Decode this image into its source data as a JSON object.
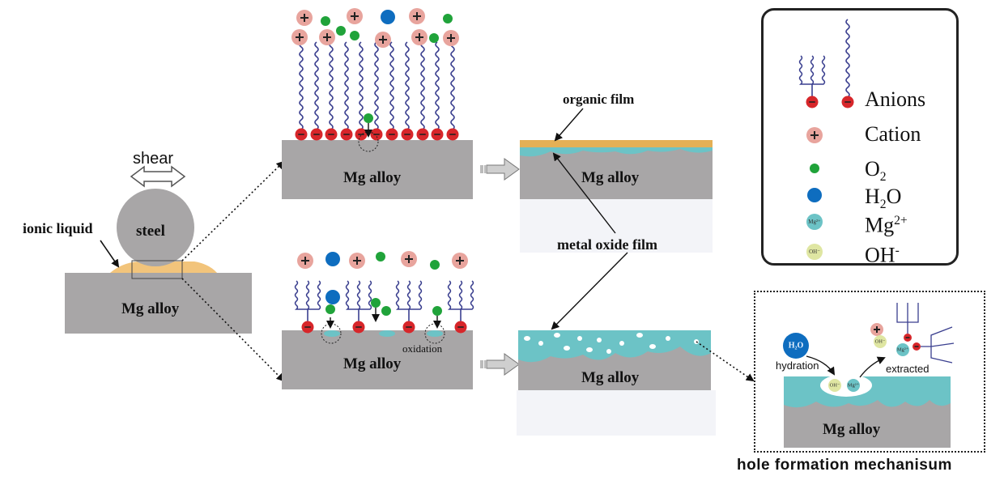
{
  "labels": {
    "shear": "shear",
    "steel": "steel",
    "ionic_liquid": "ionic liquid",
    "mg_alloy": "Mg alloy",
    "organic_film": "organic film",
    "metal_oxide_film": "metal oxide film",
    "oxidation": "oxidation",
    "hydration": "hydration",
    "extracted": "extracted",
    "hole_formation_mechanism": "hole formation mechanisum",
    "h2o_small": "H₂O",
    "oh_small": "OH⁻",
    "mg_small": "Mg²⁺"
  },
  "legend": {
    "anions": "Anions",
    "cation": "Cation",
    "o2": "O",
    "o2_sub": "2",
    "h2o_h": "H",
    "h2o_sub": "2",
    "h2o_o": "O",
    "mg": "Mg",
    "mg_sup": "2+",
    "oh": "OH",
    "oh_sup": "-",
    "mg_icon_text": "Mg²⁺",
    "oh_icon_text": "OH⁻"
  },
  "colors": {
    "alloy": "#a8a6a7",
    "oxide": "#6cc3c6",
    "organic": "#e4b055",
    "ionic_liquid": "#f2c47b",
    "cation": "#e8a49d",
    "anion_head": "#d7262a",
    "o2": "#20a33a",
    "h2o": "#0e6dbf",
    "mg_ion": "#6cc3c6",
    "oh_ion": "#dfe6a2",
    "chain": "#3a3f8f"
  }
}
